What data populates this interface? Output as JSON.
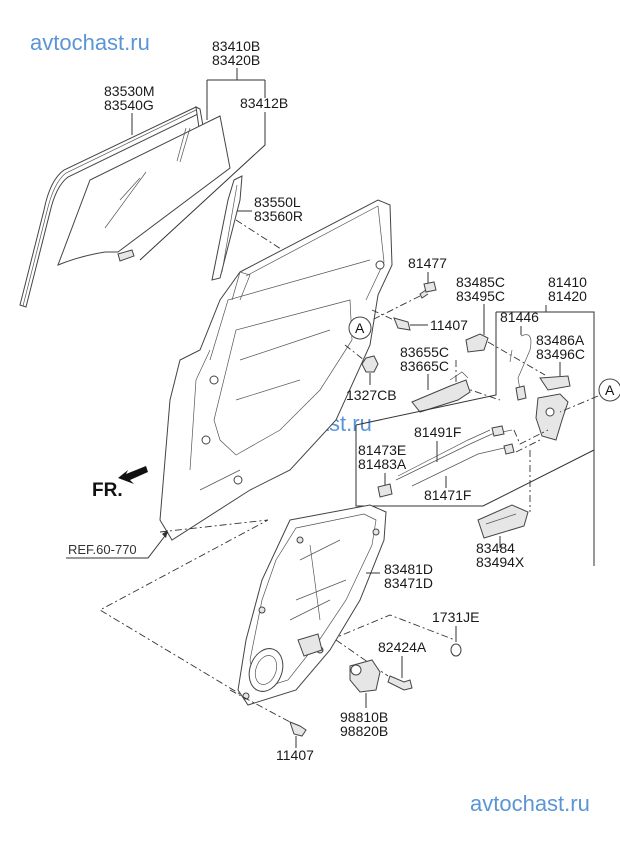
{
  "watermarks": [
    "avtochast.ru",
    "avtochast.ru",
    "avtochast.ru"
  ],
  "direction_label": "FR.",
  "reference_label": "REF.60-770",
  "callout_marker": "A",
  "colors": {
    "watermark": "#5b95d6",
    "line": "#333333"
  },
  "parts": {
    "window_frame_assy": [
      "83410B",
      "83420B"
    ],
    "glass": "83412B",
    "run_channel": [
      "83530M",
      "83540G"
    ],
    "delta_moulding": [
      "83550L",
      "83560R"
    ],
    "bolt_81477": "81477",
    "bolt_11407_upper": "11407",
    "nut": "1327CB",
    "inside_handle": [
      "83655C",
      "83665C"
    ],
    "handle_bracket": [
      "83485C",
      "83495C"
    ],
    "latch_assy": [
      "81410",
      "81420"
    ],
    "rod": "81446",
    "latch_cover": [
      "83486A",
      "83496C"
    ],
    "cable_set": "81491F",
    "lock_knob": [
      "81473E",
      "81483A"
    ],
    "cable": "81471F",
    "seal": [
      "83484",
      "83494X"
    ],
    "module_panel": [
      "83481D",
      "83471D"
    ],
    "plug": "1731JE",
    "bolt_82424A": "82424A",
    "regulator_motor": [
      "98810B",
      "98820B"
    ],
    "bolt_11407_lower": "11407"
  }
}
